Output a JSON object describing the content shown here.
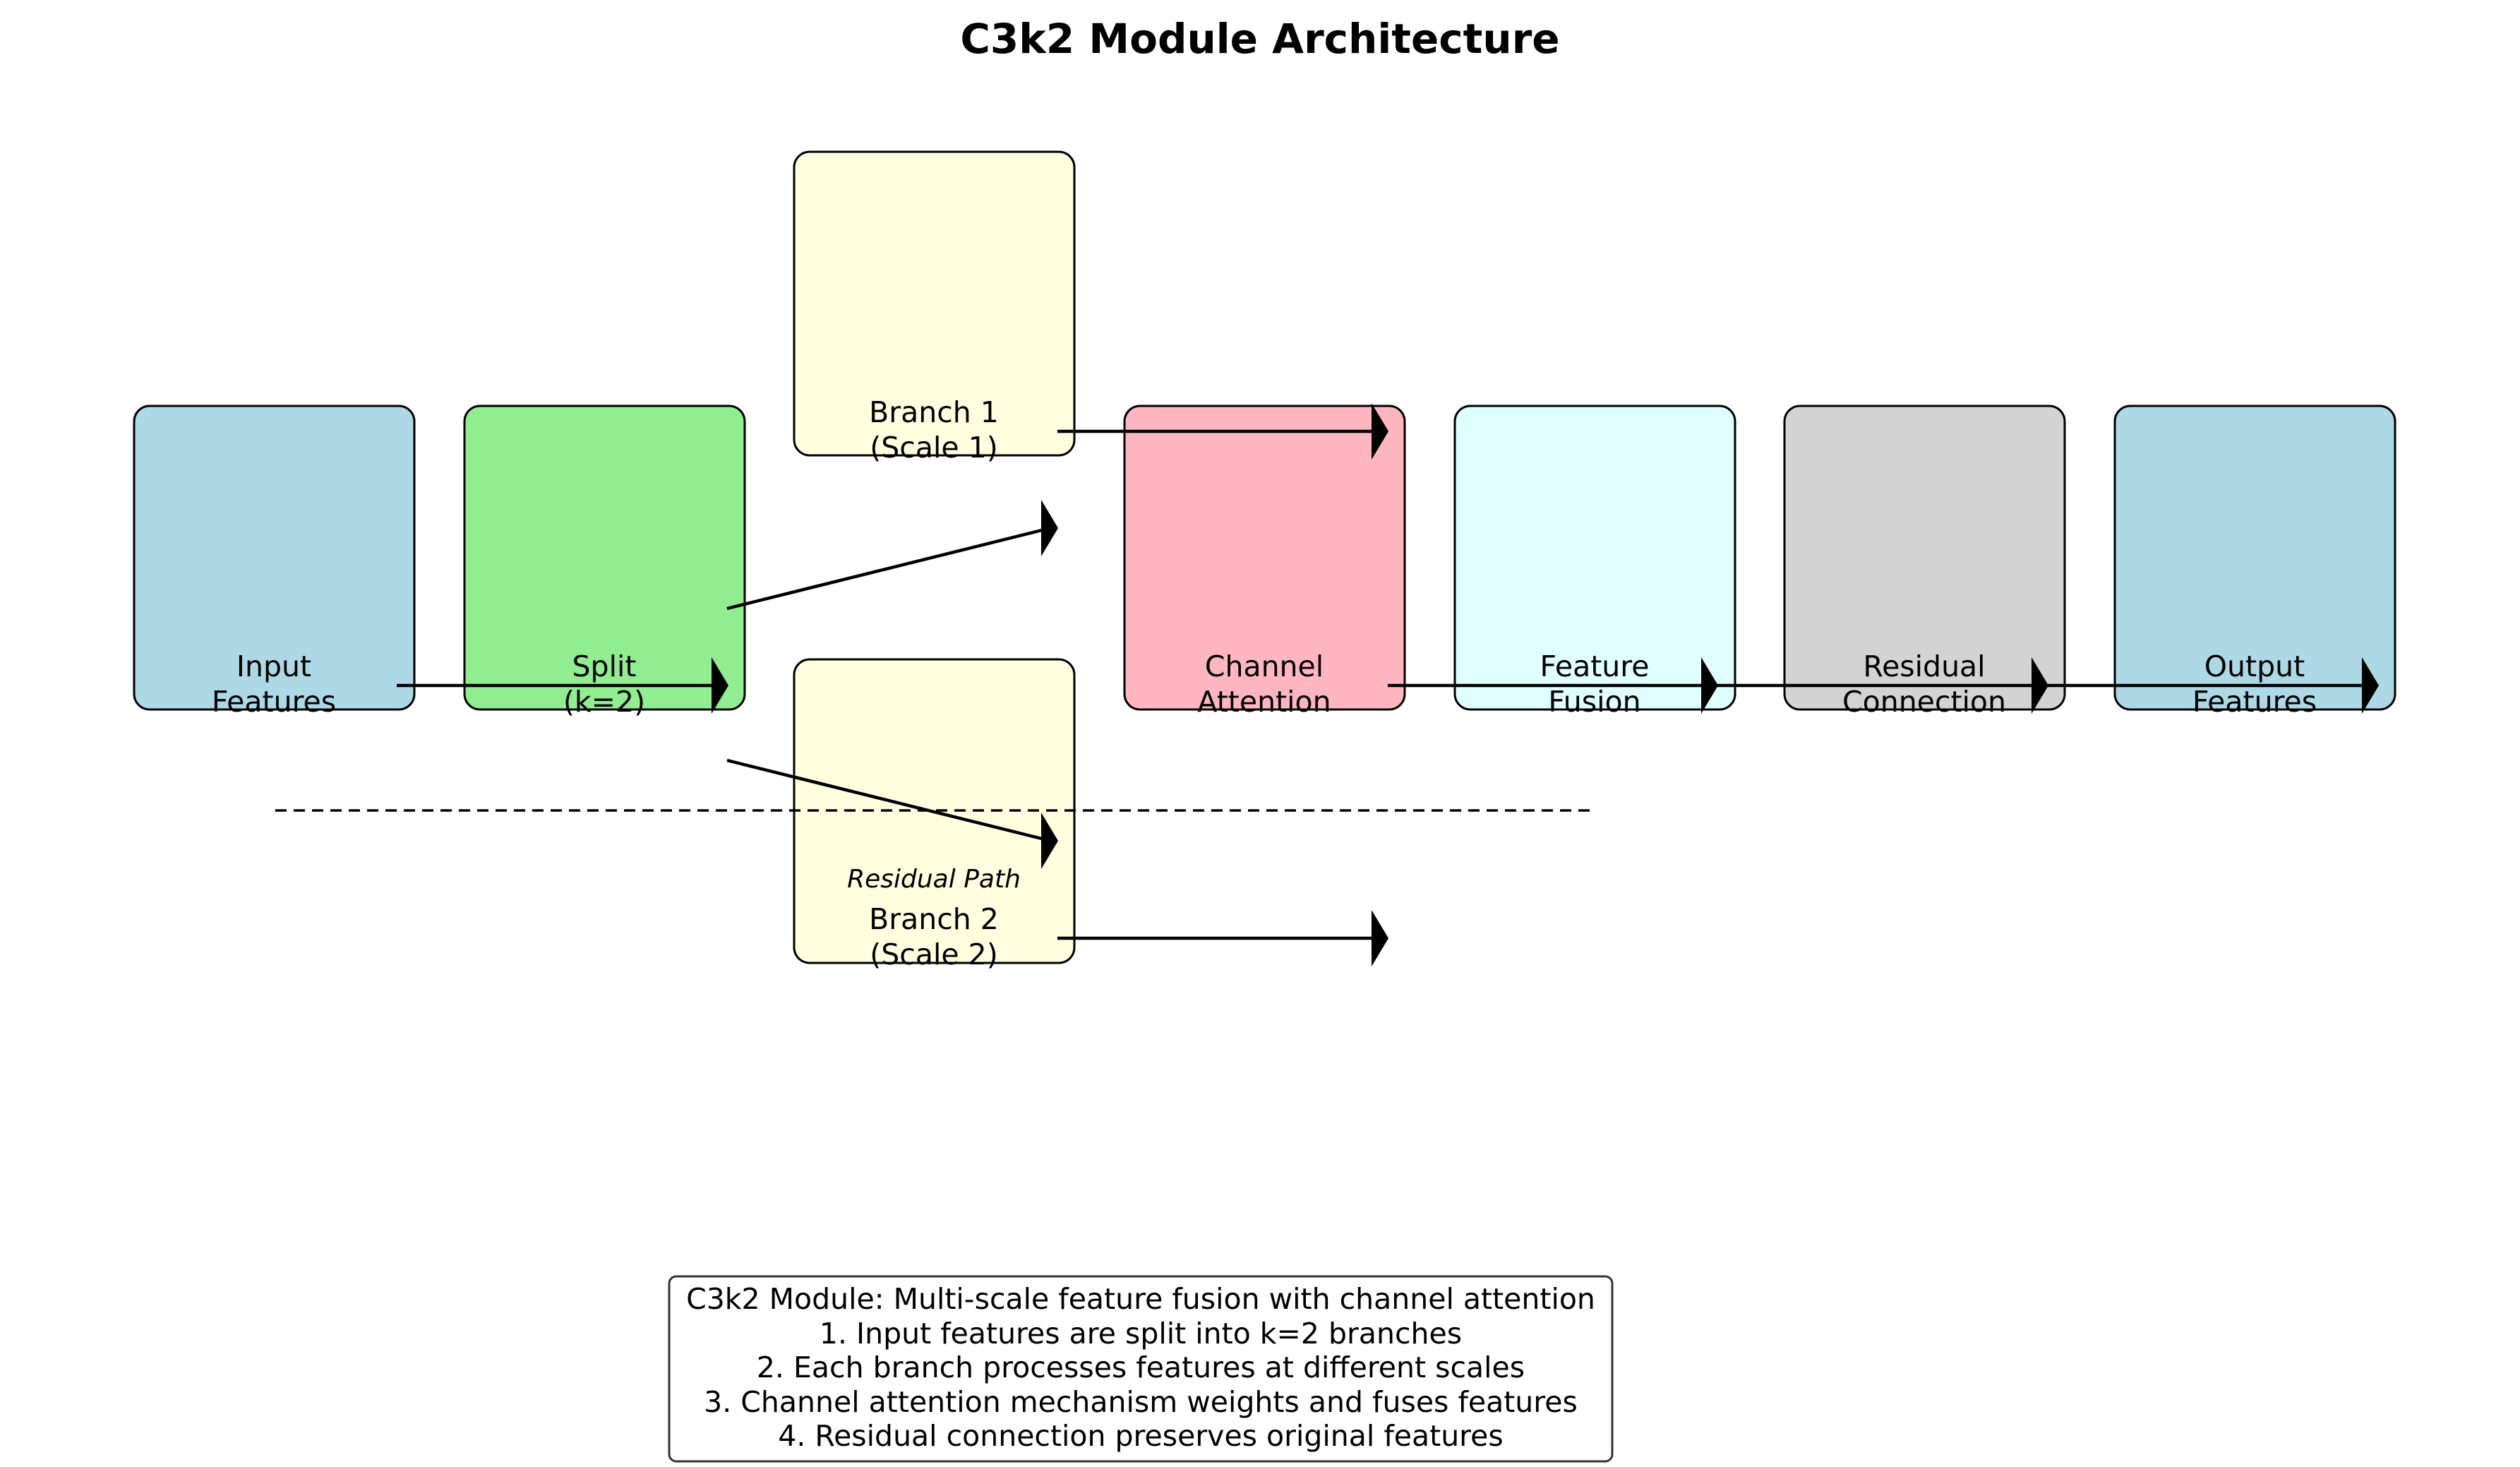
{
  "title": "C3k2 Module Architecture",
  "nodes": {
    "input": {
      "lines": [
        "Input",
        "Features"
      ],
      "color": "#add8e6"
    },
    "split": {
      "lines": [
        "Split",
        "(k=2)"
      ],
      "color": "#90ee90"
    },
    "branch1": {
      "lines": [
        "Branch 1",
        "(Scale 1)"
      ],
      "color": "#ffffe0"
    },
    "branch2": {
      "lines": [
        "Branch 2",
        "(Scale 2)"
      ],
      "color": "#ffffe0"
    },
    "attention": {
      "lines": [
        "Channel",
        "Attention"
      ],
      "color": "#ffb6c1"
    },
    "fusion": {
      "lines": [
        "Feature",
        "Fusion"
      ],
      "color": "#e0ffff"
    },
    "residual": {
      "lines": [
        "Residual",
        "Connection"
      ],
      "color": "#d3d3d3"
    },
    "output": {
      "lines": [
        "Output",
        "Features"
      ],
      "color": "#add8e6"
    }
  },
  "residual_path_label": "Residual Path",
  "description": [
    "C3k2 Module: Multi-scale feature fusion with channel attention",
    "1. Input features are split into k=2 branches",
    "2. Each branch processes features at different scales",
    "3. Channel attention mechanism weights and fuses features",
    "4. Residual connection preserves original features"
  ],
  "colors": {
    "stroke": "#000000",
    "background": "#ffffff"
  }
}
